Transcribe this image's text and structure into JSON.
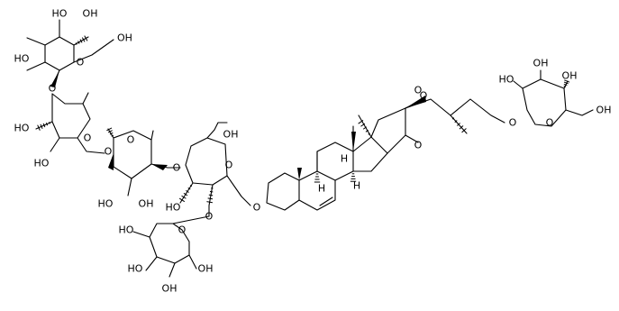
{
  "labels": {
    "OH": "OH",
    "HO": "HO",
    "O": "O",
    "H": "H",
    "OMe": "O"
  }
}
